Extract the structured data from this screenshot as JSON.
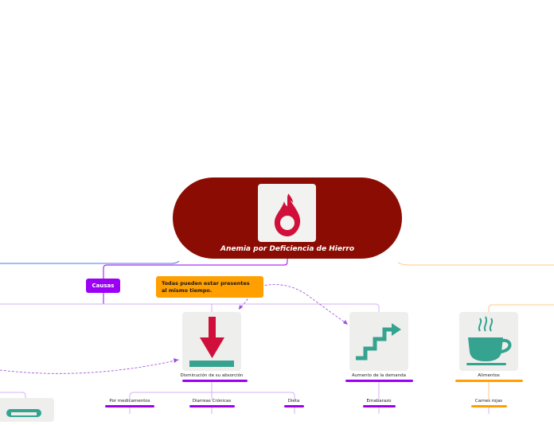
{
  "central": {
    "title": "Anemia por Deficiencia de Hierro"
  },
  "causas": {
    "label": "Causas"
  },
  "note": {
    "text": "Todas pueden estar presentes\nal mismo tiempo."
  },
  "nodes": {
    "absorcion": "Disminución de su absorción",
    "demanda": "Aumento de la demanda",
    "alimentos": "Alimentos",
    "medicamentos": "Por medicamentos",
    "diarreas": "Diarreas Crónicas",
    "dieta": "Dieta",
    "embarazo": "Emabarazo",
    "carnes": "Carnes rojas"
  },
  "colors": {
    "central": "#8b0c02",
    "purple": "#9b00f5",
    "orange": "#ff9f00",
    "blue": "#3d7fe0",
    "teal": "#35a390",
    "red": "#d0103a",
    "tile": "#eeeeec"
  },
  "icons": {
    "central": "blood-drop-icon",
    "absorcion": "arrow-down-icon",
    "demanda": "stairs-up-icon",
    "alimentos": "coffee-cup-icon",
    "partial": "teal-object-icon"
  }
}
